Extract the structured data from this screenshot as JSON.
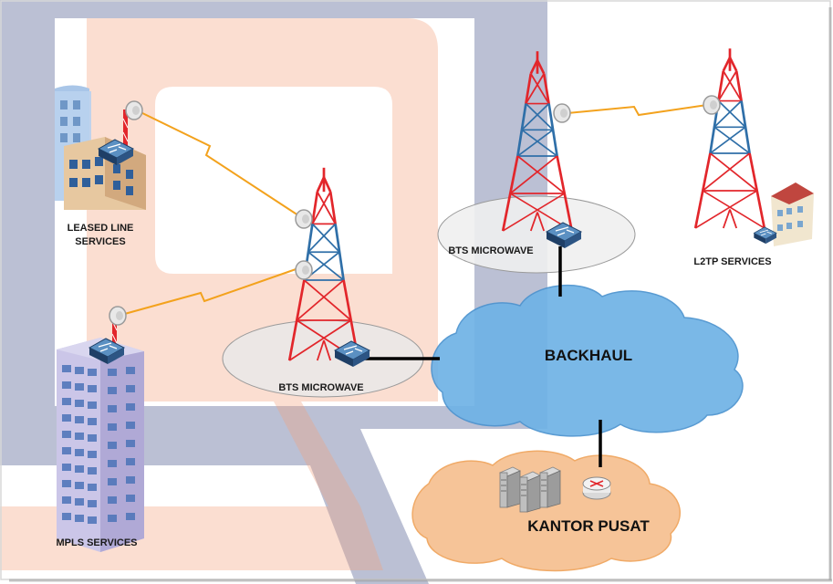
{
  "labels": {
    "leased_line_1": "LEASED LINE",
    "leased_line_2": "SERVICES",
    "mpls": "MPLS SERVICES",
    "bts_center": "BTS MICROWAVE",
    "bts_top": "BTS MICROWAVE",
    "l2tp": "L2TP SERVICES",
    "backhaul": "BACKHAUL",
    "kantor_pusat": "KANTOR PUSAT"
  },
  "icons": {
    "tower": "lattice-radio-tower-icon",
    "dish": "microwave-dish-icon",
    "switch": "network-switch-icon",
    "server": "server-icon",
    "router": "router-icon",
    "building": "office-building-icon",
    "link": "wireless-link-icon"
  },
  "colors": {
    "tower_red": "#e2262b",
    "tower_blue": "#2f6fa8",
    "cloud_blue": "#6fb2e6",
    "cloud_orange": "#f6c193",
    "wireless_link": "#f3a21d",
    "wired_link": "#000000",
    "watermark_navy": "#2b3a78",
    "watermark_orange": "#f4a07a"
  }
}
